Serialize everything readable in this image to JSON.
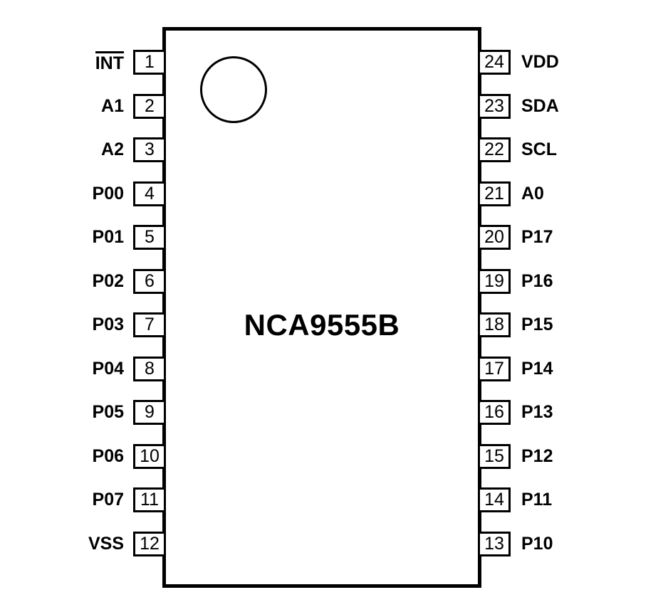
{
  "chip": {
    "name": "NCA9555B",
    "colors": {
      "line": "#000000",
      "background": "#ffffff"
    },
    "pins": {
      "left": [
        {
          "number": "1",
          "label": "INT",
          "overline": true
        },
        {
          "number": "2",
          "label": "A1",
          "overline": false
        },
        {
          "number": "3",
          "label": "A2",
          "overline": false
        },
        {
          "number": "4",
          "label": "P00",
          "overline": false
        },
        {
          "number": "5",
          "label": "P01",
          "overline": false
        },
        {
          "number": "6",
          "label": "P02",
          "overline": false
        },
        {
          "number": "7",
          "label": "P03",
          "overline": false
        },
        {
          "number": "8",
          "label": "P04",
          "overline": false
        },
        {
          "number": "9",
          "label": "P05",
          "overline": false
        },
        {
          "number": "10",
          "label": "P06",
          "overline": false
        },
        {
          "number": "11",
          "label": "P07",
          "overline": false
        },
        {
          "number": "12",
          "label": "VSS",
          "overline": false
        }
      ],
      "right": [
        {
          "number": "24",
          "label": "VDD",
          "overline": false
        },
        {
          "number": "23",
          "label": "SDA",
          "overline": false
        },
        {
          "number": "22",
          "label": "SCL",
          "overline": false
        },
        {
          "number": "21",
          "label": "A0",
          "overline": false
        },
        {
          "number": "20",
          "label": "P17",
          "overline": false
        },
        {
          "number": "19",
          "label": "P16",
          "overline": false
        },
        {
          "number": "18",
          "label": "P15",
          "overline": false
        },
        {
          "number": "17",
          "label": "P14",
          "overline": false
        },
        {
          "number": "16",
          "label": "P13",
          "overline": false
        },
        {
          "number": "15",
          "label": "P12",
          "overline": false
        },
        {
          "number": "14",
          "label": "P11",
          "overline": false
        },
        {
          "number": "13",
          "label": "P10",
          "overline": false
        }
      ]
    }
  }
}
